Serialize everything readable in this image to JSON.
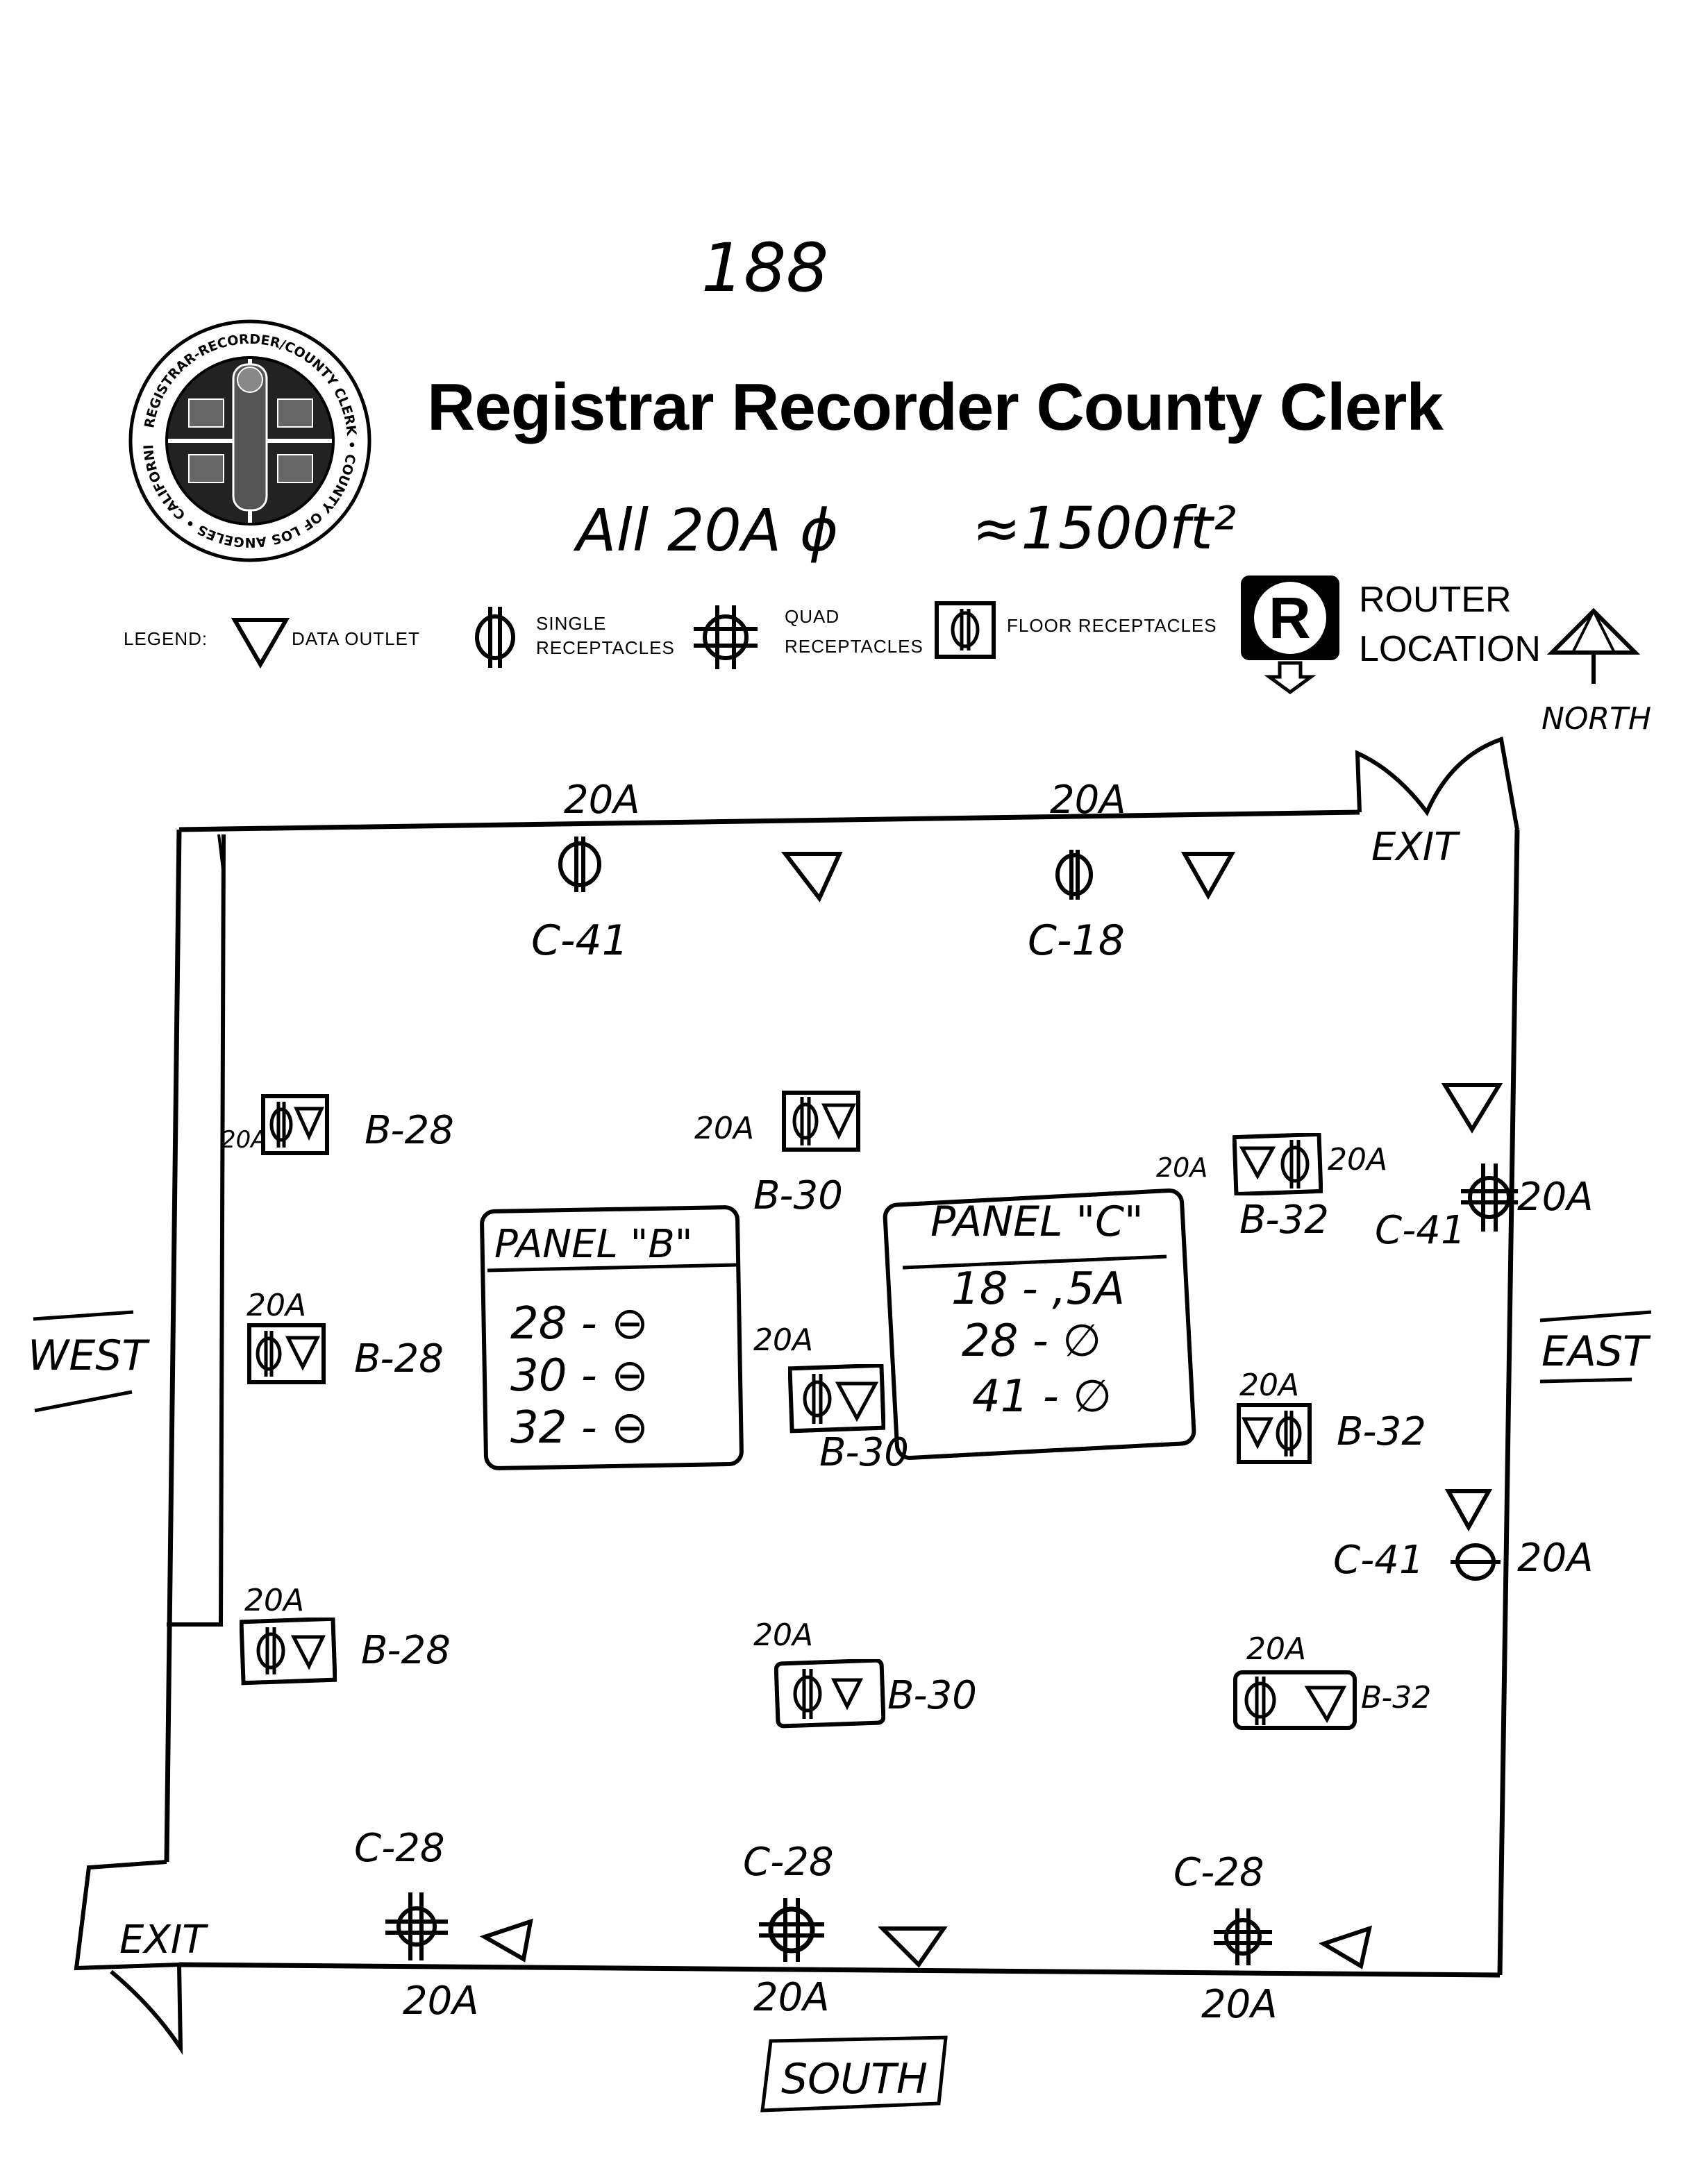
{
  "page_number": "188",
  "header": {
    "title": "Registrar Recorder County Clerk",
    "seal_text": "REGISTRAR-RECORDER/COUNTY CLERK • COUNTY OF LOS ANGELES • CALIFORNIA"
  },
  "notes": {
    "amperage": "All 20A ϕ",
    "area": "≈1500ft²"
  },
  "legend": {
    "label": "LEGEND:",
    "data_outlet": "DATA OUTLET",
    "single_line1": "SINGLE",
    "single_line2": "RECEPTACLES",
    "quad_line1": "QUAD",
    "quad_line2": "RECEPTACLES",
    "floor": "FLOOR RECEPTACLES",
    "router_symbol": "R",
    "router_line1": "ROUTER",
    "router_line2": "LOCATION",
    "north": "NORTH"
  },
  "directions": {
    "west": "WEST",
    "east": "EAST",
    "south": "SOUTH",
    "exit_ne": "EXIT",
    "exit_sw": "EXIT"
  },
  "north_wall": {
    "amp_1": "20A",
    "circuit_1": "C-41",
    "amp_2": "20A",
    "circuit_2": "C-18"
  },
  "west_side": {
    "amp_1": "20A",
    "circuit_1": "B-28",
    "amp_2": "20A",
    "circuit_2": "B-28",
    "amp_3": "20A",
    "circuit_3": "B-28"
  },
  "center": {
    "amp_top": "20A",
    "circuit_top": "B-30",
    "amp_mid": "20A",
    "circuit_mid": "B-30",
    "amp_low": "20A",
    "circuit_low": "B-30"
  },
  "east_side": {
    "amp_1a": "20A",
    "amp_1b": "20A",
    "circuit_1": "B-32",
    "wall_circuit_1": "C-41",
    "wall_amp_1": "20A",
    "amp_2": "20A",
    "circuit_2": "B-32",
    "wall_circuit_2": "C-41",
    "wall_amp_2": "20A",
    "amp_3": "20A",
    "circuit_3": "B-32"
  },
  "south_wall": {
    "circuit_1": "C-28",
    "amp_1": "20A",
    "circuit_2": "C-28",
    "amp_2": "20A",
    "circuit_3": "C-28",
    "amp_3": "20A"
  },
  "panel_b": {
    "title": "PANEL \"B\"",
    "rows": [
      "28 - ⊖",
      "30 - ⊖",
      "32 - ⊖"
    ]
  },
  "panel_c": {
    "title": "PANEL \"C\"",
    "rows": [
      "18 - ,5A",
      "28 - ∅",
      "41 - ∅"
    ]
  }
}
